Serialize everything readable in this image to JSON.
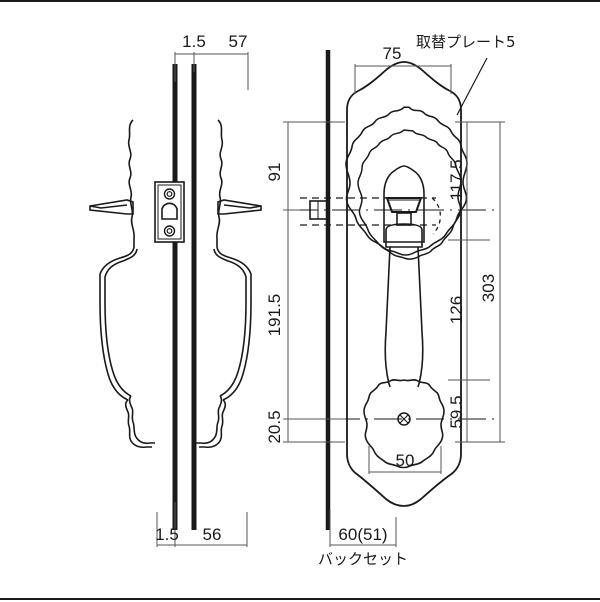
{
  "drawing": {
    "title": "door-handle-technical-drawing",
    "units": "mm",
    "side_view": {
      "name": "side-section-view",
      "top_dims": [
        {
          "label": "1.5"
        },
        {
          "label": "57"
        }
      ],
      "bottom_dims": [
        {
          "label": "1.5"
        },
        {
          "label": "56"
        }
      ]
    },
    "front_view": {
      "name": "front-elevation-view",
      "top_dim": {
        "label": "75"
      },
      "annotation": {
        "label": "取替プレート5"
      },
      "left_dims": [
        {
          "label": "91"
        },
        {
          "label": "191.5"
        },
        {
          "label": "20.5"
        }
      ],
      "right_dims_inner": [
        {
          "label": "117.5"
        },
        {
          "label": "126"
        },
        {
          "label": "59.5"
        }
      ],
      "right_dim_outer": {
        "label": "303"
      },
      "bottom_inner_dim": {
        "label": "50"
      },
      "backset_dim": {
        "label": "60(51)"
      },
      "backset_caption": {
        "label": "バックセット"
      }
    }
  },
  "colors": {
    "line": "#1a1a1a",
    "thin": "#555555",
    "background": "#ffffff"
  }
}
